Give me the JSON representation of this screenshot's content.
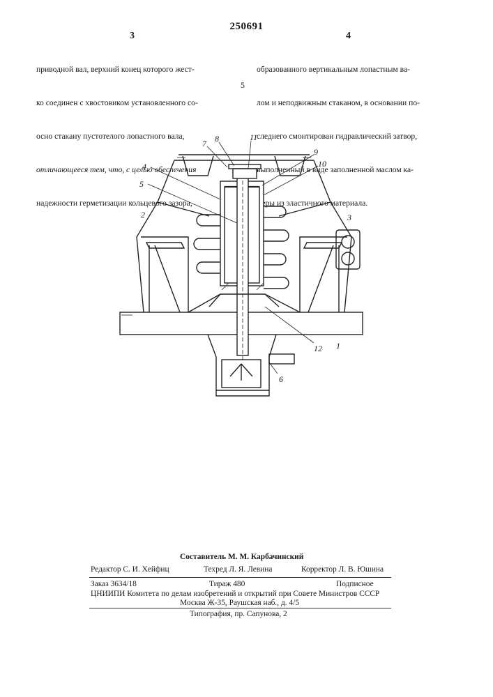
{
  "header": {
    "patent_number": "250691",
    "left_column_number": "3",
    "right_column_number": "4",
    "line_marker": "5"
  },
  "left_column": {
    "lines": [
      "приводной вал, верхний конец которого жест-",
      "ко соединен с хвостовиком установленного со-",
      "осно стакану пустотелого лопастного вала,",
      "отличающееся тем, что, с целью обеспечения",
      "надежности герметизации кольцевого зазора,"
    ]
  },
  "right_column": {
    "lines": [
      "образованного вертикальным лопастным ва-",
      "лом и неподвижным стаканом, в основании по-",
      "следнего смонтирован гидравлический затвор,",
      "выполненный в виде заполненной маслом ка-",
      "меры из эластичного материала."
    ]
  },
  "figure": {
    "labels": [
      "7",
      "8",
      "11",
      "9",
      "10",
      "4",
      "5",
      "2",
      "3",
      "12",
      "1",
      "6"
    ]
  },
  "footer": {
    "compiler": "Составитель М. М. Карбачинский",
    "editor": "Редактор С. И. Хейфиц",
    "techred": "Техред Л. Я. Левина",
    "corrector": "Корректор Л. В. Юшина",
    "order": "Заказ 3634/18",
    "circulation": "Тираж 480",
    "subscription": "Подписное",
    "institute": "ЦНИИПИ Комитета по делам изобретений и открытий при Совете Министров СССР",
    "address": "Москва Ж-35, Раушская наб., д. 4/5",
    "typography": "Типография, пр. Сапунова, 2"
  }
}
